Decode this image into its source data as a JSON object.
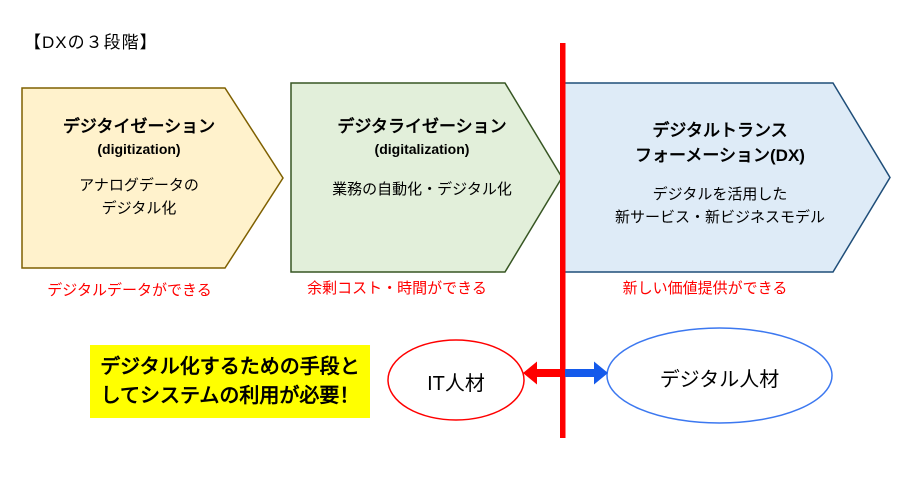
{
  "title": "【DXの３段階】",
  "stages": [
    {
      "title": "デジタイゼーション",
      "subtitle": "(digitization)",
      "line1": "アナログデータの",
      "line2": "デジタル化",
      "caption": "デジタルデータができる",
      "fill": "#FFF2CC",
      "stroke": "#7F6000"
    },
    {
      "title": "デジタライゼーション",
      "subtitle": "(digitalization)",
      "line1": "業務の自動化・デジタル化",
      "line2": "",
      "caption": "余剰コスト・時間ができる",
      "fill": "#E2EFDA",
      "stroke": "#375623"
    },
    {
      "title": "デジタルトランス",
      "title2": "フォーメーション(DX)",
      "line1": "デジタルを活用した",
      "line2": "新サービス・新ビジネスモデル",
      "caption": "新しい価値提供ができる",
      "fill": "#DEEBF7",
      "stroke": "#1F4E79"
    }
  ],
  "note": {
    "line1": "デジタル化するための手段と",
    "line2": "してシステムの利用が必要！",
    "bg": "#FFFF00"
  },
  "people": {
    "it": {
      "label": "IT人材",
      "stroke": "#FF0000"
    },
    "digital": {
      "label": "デジタル人材",
      "stroke": "#3C78F0"
    }
  },
  "divider_color": "#FF0000",
  "arrow_left_color": "#FF0000",
  "arrow_right_color": "#145AEB",
  "caption_color": "#FF0000"
}
